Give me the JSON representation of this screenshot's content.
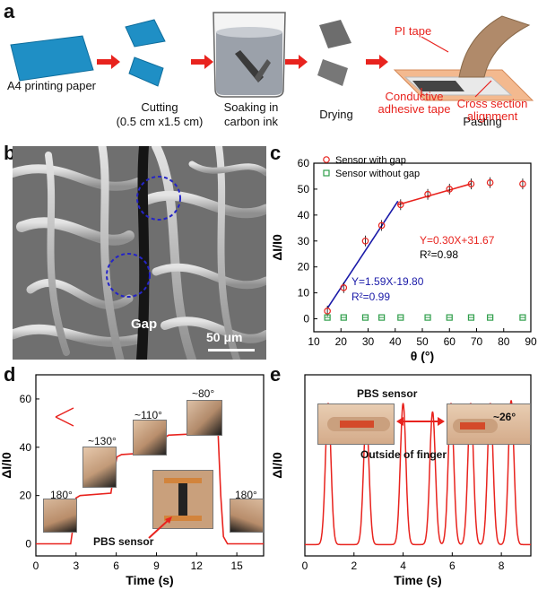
{
  "panel_a": {
    "letter": "a",
    "step_labels": [
      "A4 printing paper",
      "Cutting",
      "(0.5 cm x1.5 cm)",
      "Soaking in",
      "carbon ink",
      "Drying",
      "Pasting"
    ],
    "callouts": [
      "PI  tape",
      "Cross section",
      "alignment",
      "Conductive",
      "adhesive tape"
    ]
  },
  "panel_b": {
    "letter": "b",
    "gap_label": "Gap",
    "scale_label": "50 μm"
  },
  "panel_d": {
    "letter": "d",
    "angle_labels": [
      "180°",
      "~130°",
      "~110°",
      "~80°",
      "180°"
    ],
    "sensor_label": "PBS sensor"
  },
  "panel_e": {
    "letter": "e",
    "sensor_label": "PBS sensor",
    "angle_label": "~26°",
    "caption": "Outside of finger"
  },
  "colors": {
    "red": "#e8231e",
    "blue": "#1a1aa8",
    "green": "#2f9e4a",
    "sem_dark": "#3a3a3a"
  },
  "chart_data": [
    {
      "panel": "c",
      "letter": "c",
      "type": "scatter",
      "xlabel": "θ (°)",
      "ylabel": "ΔI/I0",
      "xlim": [
        10,
        90
      ],
      "ylim": [
        -5,
        60
      ],
      "xticks": [
        "10",
        "20",
        "30",
        "40",
        "50",
        "60",
        "70",
        "80",
        "90"
      ],
      "yticks": [
        "0",
        "10",
        "20",
        "30",
        "40",
        "50",
        "60"
      ],
      "series": [
        {
          "name": "Sensor with gap",
          "x": [
            15,
            21,
            29,
            35,
            42,
            52,
            60,
            68,
            75,
            87
          ],
          "y": [
            3,
            12,
            30,
            36,
            44,
            48,
            50,
            52,
            52.5,
            52
          ]
        },
        {
          "name": "Sensor without gap",
          "x": [
            15,
            21,
            29,
            35,
            42,
            52,
            60,
            68,
            75,
            87
          ],
          "y": [
            0.5,
            0.5,
            0.5,
            0.5,
            0.5,
            0.5,
            0.5,
            0.5,
            0.5,
            0.5
          ]
        }
      ],
      "fits": [
        {
          "equation": "Y=1.59X-19.80",
          "r2": "R²=0.99",
          "x": [
            15,
            41
          ]
        },
        {
          "equation": "Y=0.30X+31.67",
          "r2": "R²=0.98",
          "x": [
            41,
            68
          ]
        }
      ]
    },
    {
      "panel": "d",
      "type": "line",
      "xlabel": "Time (s)",
      "ylabel": "ΔI/I0",
      "xlim": [
        0,
        17
      ],
      "ylim": [
        -5,
        70
      ],
      "xticks": [
        "0",
        "3",
        "6",
        "9",
        "12",
        "15"
      ],
      "yticks": [
        "0",
        "20",
        "40",
        "60"
      ],
      "series": [
        {
          "x": [
            0,
            2.6,
            2.85,
            3.0,
            3.3,
            5.6,
            5.85,
            6.05,
            6.4,
            9.2,
            9.45,
            9.65,
            9.9,
            13.6,
            13.8,
            14.0,
            14.3,
            17
          ],
          "y": [
            0,
            0,
            10,
            19,
            20,
            21,
            30,
            36,
            37,
            38,
            43,
            44,
            45,
            46,
            20,
            3,
            0,
            0
          ]
        }
      ]
    },
    {
      "panel": "e",
      "type": "line",
      "xlabel": "Time (s)",
      "ylabel": "ΔI/I0",
      "xlim": [
        0,
        9.2
      ],
      "xticks": [
        "0",
        "2",
        "4",
        "6",
        "8"
      ],
      "peaks_at_s": [
        0.95,
        2.5,
        4.0,
        5.2,
        5.95,
        6.75,
        7.55,
        8.4
      ],
      "peak_values": [
        25,
        22.5,
        25,
        23.5,
        25,
        25,
        25,
        25.5
      ],
      "baseline": 0
    }
  ]
}
